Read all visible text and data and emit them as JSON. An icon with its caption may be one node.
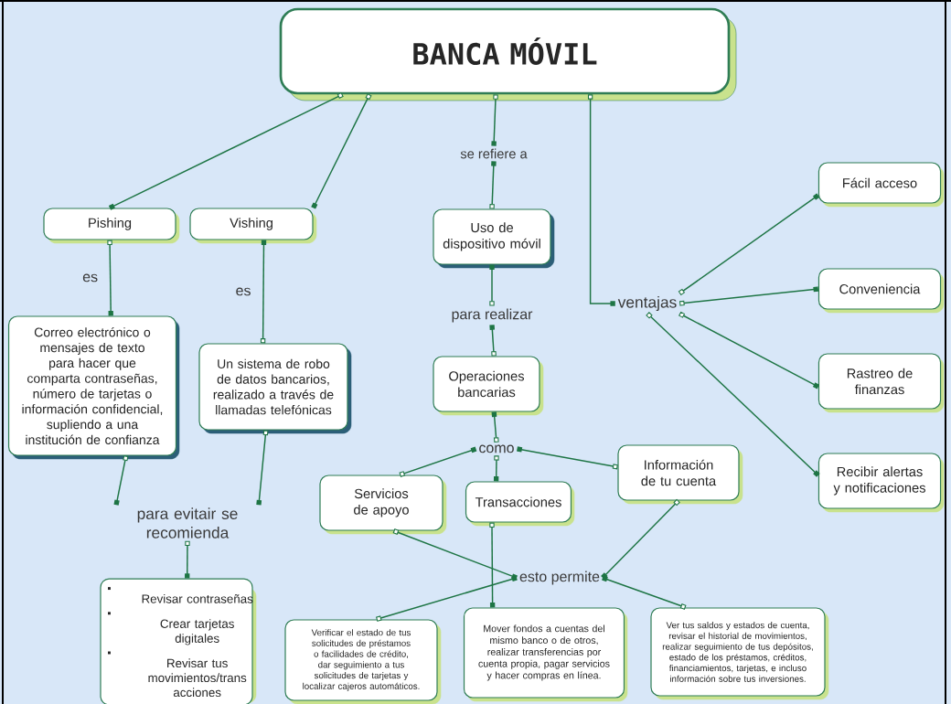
{
  "diagram": {
    "nodes": [
      {
        "text": [
          "BANCA MÓVIL"
        ]
      },
      {
        "text": [
          "se refiere a"
        ]
      },
      {
        "text": [
          "Pishing"
        ]
      },
      {
        "text": [
          "Vishing"
        ]
      },
      {
        "text": [
          "Uso de dispositivo móvil"
        ]
      },
      {
        "text": [
          "Fácil acceso"
        ]
      },
      {
        "text": [
          "ventajas"
        ]
      },
      {
        "text": [
          "Conveniencia"
        ]
      },
      {
        "text": [
          "para realizar"
        ]
      },
      {
        "text": [
          "Rastreo de finanzas"
        ]
      },
      {
        "text": [
          "Correo electrónico o mensajes de texto para hacer que comparta contraseñas, número de tarjetas o información confidencial, supliendo a una institución de confianza"
        ]
      },
      {
        "text": [
          "Un sistema de robo de datos bancarios, realizado a través de llamadas telefónicas"
        ]
      },
      {
        "text": [
          "Operaciones bancarias"
        ]
      },
      {
        "text": [
          "como"
        ]
      },
      {
        "text": [
          "Información de tu cuenta"
        ]
      },
      {
        "text": [
          "Recibir alertas y notificaciones"
        ]
      },
      {
        "text": [
          "Servicios de apoyo"
        ]
      },
      {
        "text": [
          "Transacciones"
        ]
      },
      {
        "text": [
          "para evitair se recomienda"
        ]
      },
      {
        "text": [
          "esto permite"
        ]
      },
      {
        "text": [
          "Revisar contraseñas",
          "Crear tarjetas digitales",
          "Revisar tus movimientos/trans acciones"
        ]
      },
      {
        "text": [
          "Verificar el estado de tus solicitudes de préstamos o facilidades de crédito, dar seguimiento a tus solicitudes de tarjetas y localizar cajeros automáticos."
        ]
      },
      {
        "text": [
          "Mover fondos a cuentas del mismo banco o de otros, realizar transferencias por cuenta propia, pagar servicios y hacer compras en línea."
        ]
      },
      {
        "text": [
          "Ver tus saldos y estados de cuenta, revisar el historial de movimientos, realizar seguimiento de tus depósitos, estado de los préstamos, créditos, financiamientos, tarjetas, e incluso información sobre tus inversiones."
        ]
      }
    ],
    "edges": [
      {
        "from": 0,
        "to": 2,
        "arrow": "other"
      },
      {
        "from": 0,
        "to": 3,
        "arrow": "other"
      },
      {
        "from": 0,
        "to": 1,
        "arrow": "other"
      },
      {
        "from": 4,
        "to": 1,
        "arrow": "other"
      },
      {
        "from": 0,
        "to": 6,
        "arrow": "other"
      },
      {
        "from": 6,
        "to": 5,
        "arrow": "other"
      },
      {
        "from": 6,
        "to": 7,
        "arrow": "other"
      },
      {
        "from": 6,
        "to": 9,
        "arrow": "other"
      },
      {
        "from": 6,
        "to": 15,
        "arrow": "other"
      },
      {
        "from": 2,
        "to": 10,
        "arrow": "other",
        "label": "es"
      },
      {
        "from": 11,
        "to": 3,
        "arrow": "other",
        "label": "es"
      },
      {
        "from": 8,
        "to": 4,
        "arrow": "other"
      },
      {
        "from": 12,
        "to": 8,
        "arrow": "other"
      },
      {
        "from": 13,
        "to": 12,
        "arrow": "other"
      },
      {
        "from": 16,
        "to": 13,
        "arrow": "other"
      },
      {
        "from": 13,
        "to": 17,
        "arrow": "other"
      },
      {
        "from": 14,
        "to": 13,
        "arrow": "other"
      },
      {
        "from": 10,
        "to": 18,
        "arrow": "other"
      },
      {
        "from": 11,
        "to": 18,
        "arrow": "other"
      },
      {
        "from": 18,
        "to": 20,
        "arrow": "other"
      },
      {
        "from": 16,
        "to": 19,
        "arrow": "other"
      },
      {
        "from": 14,
        "to": 19,
        "arrow": "other"
      },
      {
        "from": 17,
        "to": 22,
        "arrow": "other"
      },
      {
        "from": 21,
        "to": 19,
        "arrow": "other"
      },
      {
        "from": 23,
        "to": 19,
        "arrow": "other"
      }
    ]
  }
}
